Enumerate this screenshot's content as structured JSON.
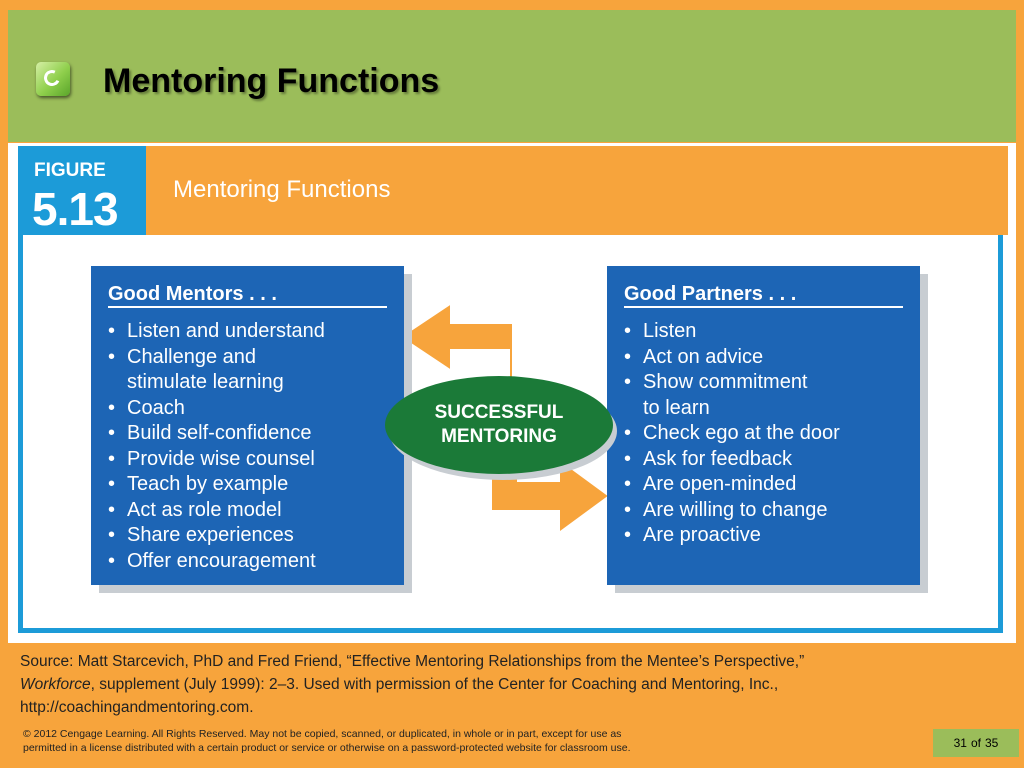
{
  "slide": {
    "title": "Mentoring Functions"
  },
  "figure": {
    "label": "FIGURE",
    "number": "5.13",
    "caption": "Mentoring Functions",
    "left_box": {
      "heading": "Good Mentors . . .",
      "items": [
        "Listen and understand",
        "Challenge and\nstimulate learning",
        "Coach",
        "Build self-confidence",
        "Provide wise counsel",
        "Teach by example",
        "Act as role model",
        "Share experiences",
        "Offer encouragement"
      ]
    },
    "right_box": {
      "heading": "Good Partners . . .",
      "items": [
        "Listen",
        "Act on advice",
        "Show commitment\nto learn",
        "Check ego at the door",
        "Ask for feedback",
        "Are open-minded",
        "Are willing to change",
        "Are proactive"
      ]
    },
    "center_label": "SUCCESSFUL\nMENTORING"
  },
  "source": {
    "prefix": "Source: Matt Starcevich, PhD and Fred Friend, “Effective Mentoring Relationships from the Mentee’s Perspective,”",
    "italic": "Workforce",
    "rest": ", supplement (July 1999): 2–3. Used with permission of the Center for Coaching and Mentoring, Inc.,",
    "url": "http://coachingandmentoring.com."
  },
  "footer": {
    "copyright_line1": "© 2012 Cengage Learning. All Rights Reserved. May not be copied, scanned, or duplicated, in whole or in part, except for use as",
    "copyright_line2": "permitted in a license distributed with a certain product or service or otherwise on a password-protected website for classroom use.",
    "page_current": "31",
    "page_of": "of",
    "page_total": "35"
  },
  "colors": {
    "background": "#f7a43c",
    "header": "#9bbd5a",
    "figure_blue": "#1c9bd8",
    "box_blue": "#1d65b5",
    "ellipse_green": "#1b7a38",
    "arrow_orange": "#f7a43c"
  }
}
